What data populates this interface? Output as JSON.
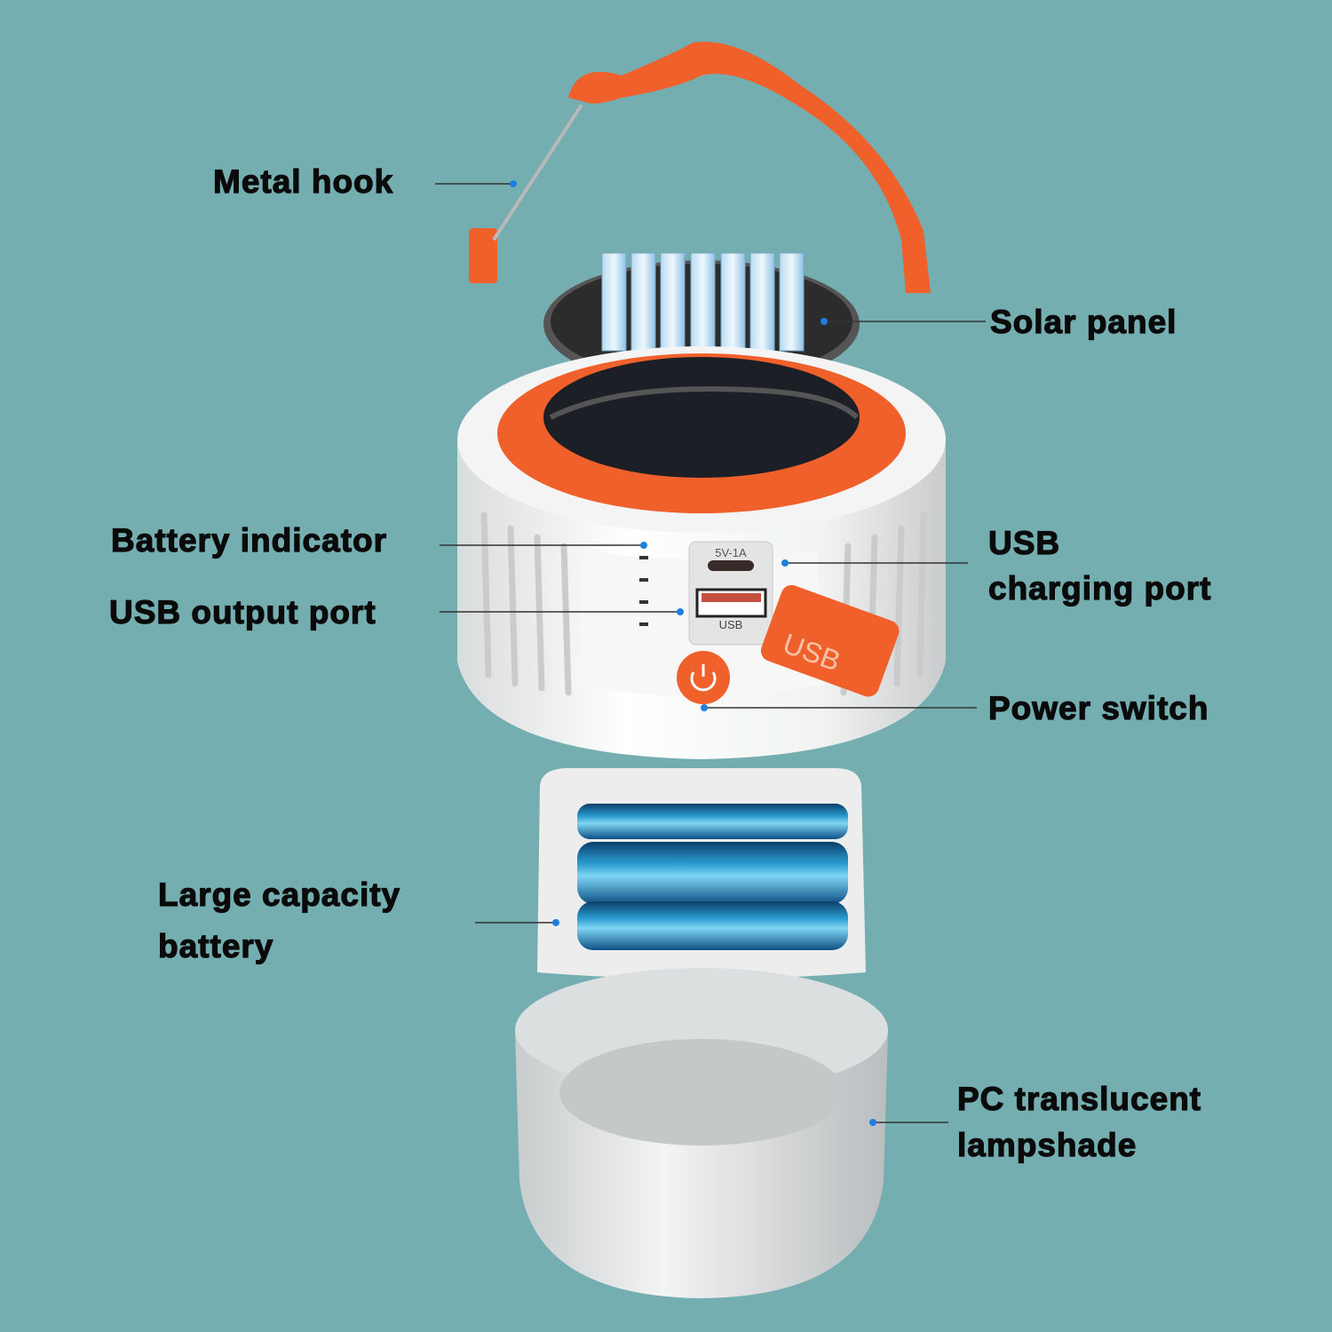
{
  "labels": {
    "metal_hook": "Metal hook",
    "solar_panel": "Solar panel",
    "battery_indicator": "Battery indicator",
    "usb_output_port": "USB output port",
    "usb_charging_port_line1": "USB",
    "usb_charging_port_line2": "charging port",
    "power_switch": "Power switch",
    "battery_line1": "Large capacity",
    "battery_line2": "battery",
    "lampshade_line1": "PC translucent",
    "lampshade_line2": "lampshade"
  },
  "device_markings": {
    "charging_port_rating": "5V-1A",
    "output_port_label": "USB",
    "cover_label": "USB"
  },
  "colors": {
    "background": "#74aeb1",
    "accent_orange": "#f0602a",
    "leader_dot": "#1e7fe0"
  }
}
